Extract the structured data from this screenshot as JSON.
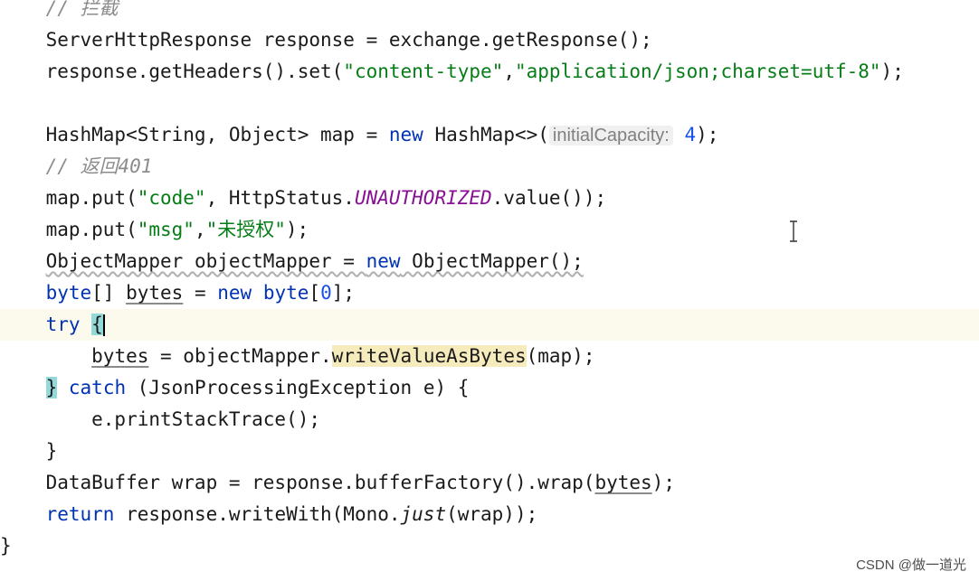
{
  "editor": {
    "colors": {
      "keyword": "#0033b3",
      "string": "#067d17",
      "comment": "#8c8c8c",
      "number": "#1750eb",
      "constant": "#871094",
      "current_line": "#fcfaed",
      "usage_highlight": "#f6ebbc",
      "brace_match": "#93d9d9"
    },
    "lines": [
      [
        {
          "t": "    "
        },
        {
          "t": "// 拦截",
          "c": "cmt"
        }
      ],
      [
        {
          "t": "    ServerHttpResponse response = exchange.getResponse();"
        }
      ],
      [
        {
          "t": "    response.getHeaders().set("
        },
        {
          "t": "\"content-type\"",
          "c": "str"
        },
        {
          "t": ","
        },
        {
          "t": "\"application/json;charset=utf-8\"",
          "c": "str"
        },
        {
          "t": ");"
        }
      ],
      [],
      [
        {
          "t": "    HashMap<String, Object> map = "
        },
        {
          "t": "new",
          "c": "kw"
        },
        {
          "t": " HashMap<>("
        },
        {
          "t": "initialCapacity:",
          "c": "hint"
        },
        {
          "t": " "
        },
        {
          "t": "4",
          "c": "num"
        },
        {
          "t": ");"
        }
      ],
      [
        {
          "t": "    "
        },
        {
          "t": "// 返回401",
          "c": "cmt"
        }
      ],
      [
        {
          "t": "    map.put("
        },
        {
          "t": "\"code\"",
          "c": "str"
        },
        {
          "t": ", HttpStatus."
        },
        {
          "t": "UNAUTHORIZED",
          "c": "const"
        },
        {
          "t": ".value());"
        }
      ],
      [
        {
          "t": "    map.put("
        },
        {
          "t": "\"msg\"",
          "c": "str"
        },
        {
          "t": ","
        },
        {
          "t": "\"未授权\"",
          "c": "str"
        },
        {
          "t": ");"
        }
      ],
      [
        {
          "t": "    "
        },
        {
          "t": "ObjectMapper objectMapper = ",
          "c": "wavy"
        },
        {
          "t": "new",
          "c": "kw wavy"
        },
        {
          "t": " ObjectMapper();",
          "c": "wavy"
        }
      ],
      [
        {
          "t": "    "
        },
        {
          "t": "byte",
          "c": "kw"
        },
        {
          "t": "[] "
        },
        {
          "t": "bytes",
          "c": "underline"
        },
        {
          "t": " = "
        },
        {
          "t": "new",
          "c": "kw"
        },
        {
          "t": " "
        },
        {
          "t": "byte",
          "c": "kw"
        },
        {
          "t": "["
        },
        {
          "t": "0",
          "c": "num"
        },
        {
          "t": "];"
        }
      ],
      [
        {
          "t": "    "
        },
        {
          "t": "try",
          "c": "kw"
        },
        {
          "t": " "
        },
        {
          "t": "{",
          "c": "brace-hl"
        },
        {
          "t": "",
          "c": "caret"
        }
      ],
      [
        {
          "t": "        "
        },
        {
          "t": "bytes",
          "c": "underline"
        },
        {
          "t": " = objectMapper."
        },
        {
          "t": "writeValueAsBytes",
          "c": "usage-hl"
        },
        {
          "t": "(map);"
        }
      ],
      [
        {
          "t": "    "
        },
        {
          "t": "}",
          "c": "brace-hl"
        },
        {
          "t": " "
        },
        {
          "t": "catch",
          "c": "kw"
        },
        {
          "t": " (JsonProcessingException e) {"
        }
      ],
      [
        {
          "t": "        e.printStackTrace();"
        }
      ],
      [
        {
          "t": "    }"
        }
      ],
      [
        {
          "t": "    DataBuffer wrap = response.bufferFactory().wrap("
        },
        {
          "t": "bytes",
          "c": "underline"
        },
        {
          "t": ");"
        }
      ],
      [
        {
          "t": "    "
        },
        {
          "t": "return",
          "c": "kw"
        },
        {
          "t": " response.writeWith(Mono."
        },
        {
          "t": "just",
          "c": "ital"
        },
        {
          "t": "(wrap));"
        }
      ],
      [
        {
          "t": "}"
        }
      ]
    ],
    "current_line": 10
  },
  "watermark": "CSDN @做一道光"
}
